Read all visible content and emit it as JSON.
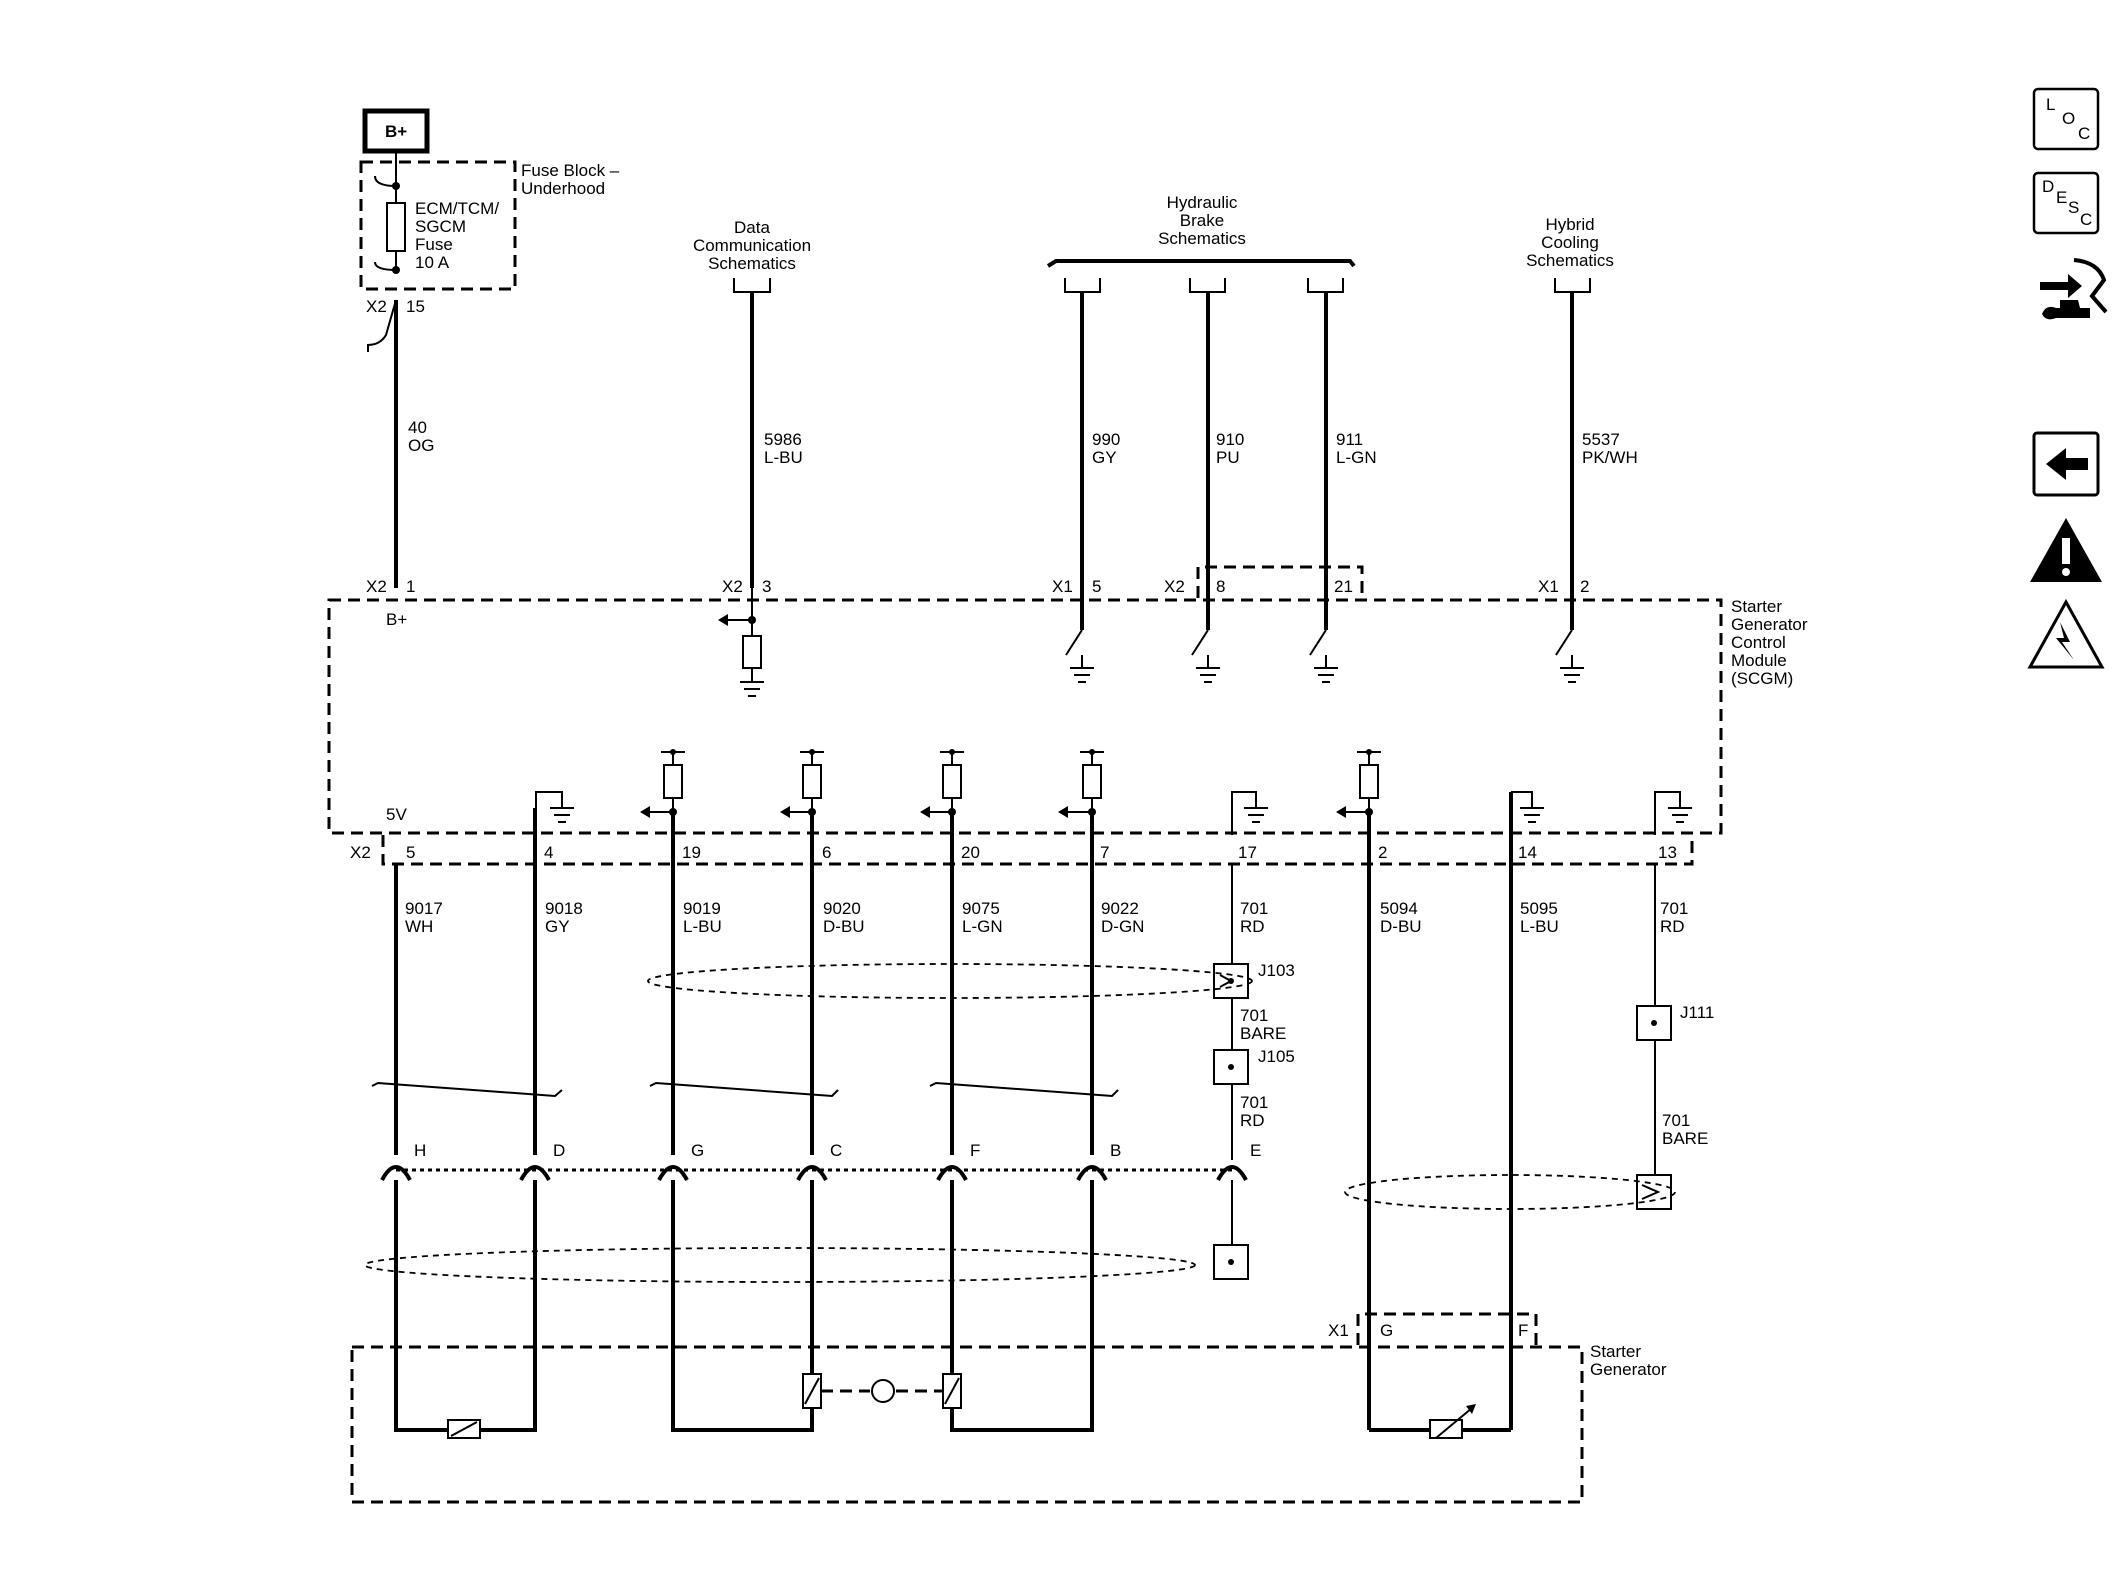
{
  "top": {
    "battery_label": "B+",
    "fuse_block": [
      "Fuse Block –",
      "Underhood"
    ],
    "fuse": [
      "ECM/TCM/",
      "SGCM",
      "Fuse",
      "10 A"
    ],
    "fuse_conn": "X2",
    "fuse_pin": "15",
    "data_comm": [
      "Data",
      "Communication",
      "Schematics"
    ],
    "hydraulic_brake": [
      "Hydraulic",
      "Brake",
      "Schematics"
    ],
    "hybrid_cooling": [
      "Hybrid",
      "Cooling",
      "Schematics"
    ]
  },
  "upper_wires": [
    {
      "circuit": "40",
      "color": "OG",
      "conn": "X2",
      "pin": "1"
    },
    {
      "circuit": "5986",
      "color": "L-BU",
      "conn": "X2",
      "pin": "3"
    },
    {
      "circuit": "990",
      "color": "GY",
      "conn": "X1",
      "pin": "5"
    },
    {
      "circuit": "910",
      "color": "PU",
      "conn": "X2",
      "pin": "8"
    },
    {
      "circuit": "911",
      "color": "L-GN",
      "conn": "",
      "pin": "21"
    },
    {
      "circuit": "5537",
      "color": "PK/WH",
      "conn": "X1",
      "pin": "2"
    }
  ],
  "module": {
    "name": [
      "Starter",
      "Generator",
      "Control",
      "Module",
      "(SCGM)"
    ],
    "bplus": "B+",
    "five_v": "5V",
    "lower_conn": "X2"
  },
  "lower_wires": [
    {
      "pin": "5",
      "circuit": "9017",
      "color": "WH"
    },
    {
      "pin": "4",
      "circuit": "9018",
      "color": "GY"
    },
    {
      "pin": "19",
      "circuit": "9019",
      "color": "L-BU"
    },
    {
      "pin": "6",
      "circuit": "9020",
      "color": "D-BU"
    },
    {
      "pin": "20",
      "circuit": "9075",
      "color": "L-GN"
    },
    {
      "pin": "7",
      "circuit": "9022",
      "color": "D-GN"
    },
    {
      "pin": "17",
      "circuit": "701",
      "color": "RD"
    },
    {
      "pin": "2",
      "circuit": "5094",
      "color": "D-BU"
    },
    {
      "pin": "14",
      "circuit": "5095",
      "color": "L-BU"
    },
    {
      "pin": "13",
      "circuit": "701",
      "color": "RD"
    }
  ],
  "splices": {
    "j103": "J103",
    "mid": {
      "circuit": "701",
      "color": "BARE"
    },
    "j105": "J105",
    "after": {
      "circuit": "701",
      "color": "RD"
    },
    "j111": "J111",
    "bare_right": {
      "circuit": "701",
      "color": "BARE"
    }
  },
  "inline_pins": [
    "H",
    "D",
    "G",
    "C",
    "F",
    "B",
    "E"
  ],
  "starter_gen": {
    "name": [
      "Starter",
      "Generator"
    ],
    "conn": "X1",
    "pin_g": "G",
    "pin_f": "F"
  },
  "sidebar": {
    "loc": [
      "L",
      "O",
      "C"
    ],
    "desc": [
      "D",
      "E",
      "S",
      "C"
    ]
  }
}
